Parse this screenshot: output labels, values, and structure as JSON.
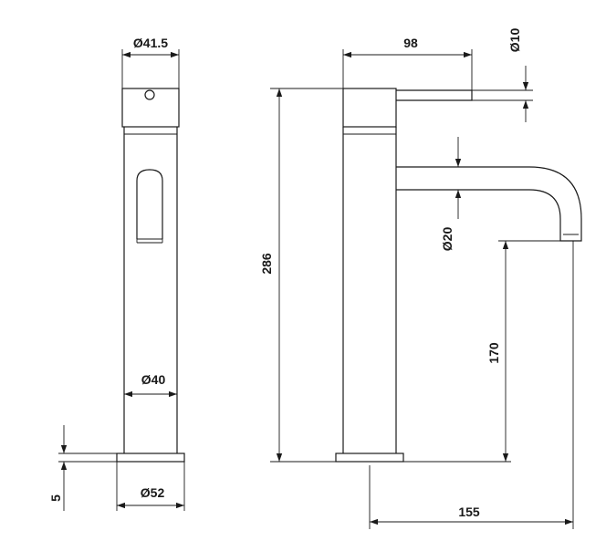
{
  "drawing": {
    "dimensions": {
      "head_diameter": "Ø41.5",
      "body_diameter": "Ø40",
      "base_diameter": "Ø52",
      "base_height": "5",
      "lever_length": "98",
      "lever_diameter": "Ø10",
      "spout_diameter": "Ø20",
      "total_height": "286",
      "spout_height": "170",
      "spout_reach": "155"
    },
    "colors": {
      "line": "#1a1a1a",
      "background": "#ffffff"
    }
  }
}
